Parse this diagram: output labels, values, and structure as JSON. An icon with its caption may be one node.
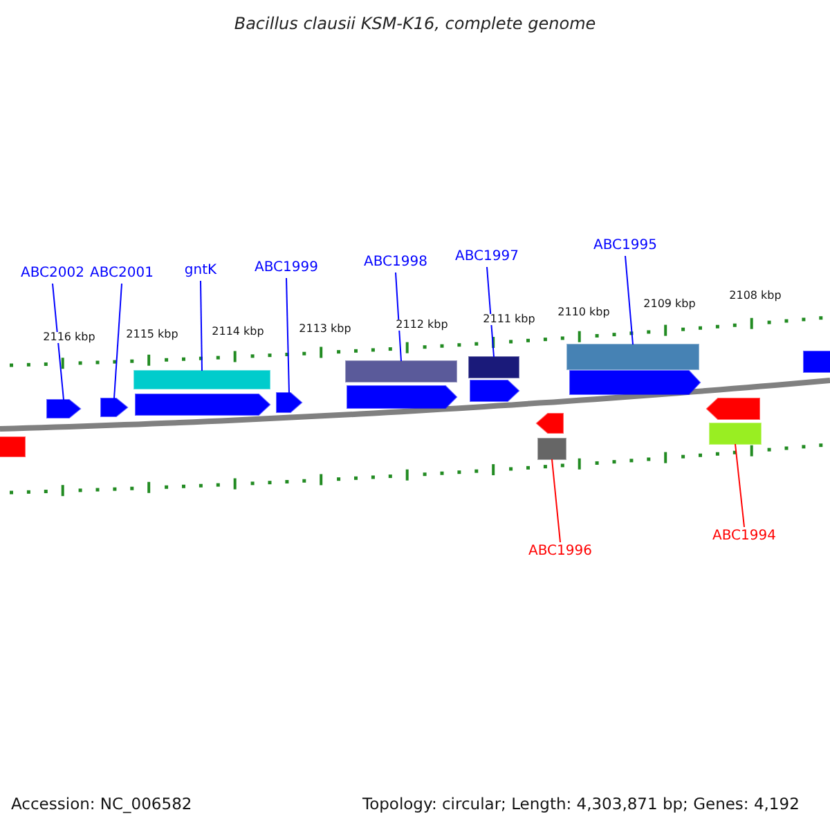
{
  "diagram": {
    "title": "Bacillus clausii KSM-K16, complete genome",
    "nodes": [
      {
        "text": [
          "ABC2002"
        ]
      },
      {
        "text": [
          "ABC2001"
        ]
      },
      {
        "text": [
          "gntK"
        ]
      },
      {
        "text": [
          "ABC1999"
        ]
      },
      {
        "text": [
          "ABC1998"
        ]
      },
      {
        "text": [
          "ABC1997"
        ]
      },
      {
        "text": [
          "ABC1995"
        ]
      },
      {
        "text": [
          "ABC1996"
        ]
      },
      {
        "text": [
          "ABC1994"
        ]
      },
      {
        "text": [],
        "shape": "pentagon"
      },
      {
        "text": [],
        "shape": "pentagon"
      },
      {
        "text": [],
        "shape": "bar"
      },
      {
        "text": [],
        "shape": "pentagon"
      },
      {
        "text": [],
        "shape": "bar"
      },
      {
        "text": [],
        "shape": "bar"
      },
      {
        "text": [],
        "shape": "bar"
      },
      {
        "text": [],
        "shape": "bar"
      },
      {
        "text": [],
        "shape": "bar"
      },
      {
        "text": [],
        "shape": "pentagon"
      },
      {
        "text": [],
        "shape": "pentagon"
      },
      {
        "text": [],
        "shape": "pentagon"
      },
      {
        "text": [],
        "shape": "pentagon"
      },
      {
        "text": [],
        "shape": "bar"
      },
      {
        "text": [],
        "shape": "pentagon"
      },
      {
        "text": [],
        "shape": "pentagon"
      },
      {
        "text": [],
        "shape": "bar"
      }
    ],
    "edges": [
      {
        "from": 0,
        "to": 9,
        "arrow": "none"
      },
      {
        "from": 1,
        "to": 10,
        "arrow": "none"
      },
      {
        "from": 2,
        "to": 11,
        "arrow": "none"
      },
      {
        "from": 3,
        "to": 12,
        "arrow": "none"
      },
      {
        "from": 4,
        "to": 13,
        "arrow": "none"
      },
      {
        "from": 5,
        "to": 14,
        "arrow": "none"
      },
      {
        "from": 6,
        "to": 15,
        "arrow": "none"
      },
      {
        "from": 7,
        "to": 16,
        "arrow": "none",
        "color": "#ff0000"
      },
      {
        "from": 8,
        "to": 17,
        "arrow": "none",
        "color": "#ff0000"
      }
    ],
    "labels": [
      "2116 kbp",
      "2115 kbp",
      "2114 kbp",
      "2113 kbp",
      "2112 kbp",
      "2111 kbp",
      "2110 kbp",
      "2109 kbp",
      "2108 kbp",
      "Accession: NC_006582",
      "Topology: circular; Length: 4,303,871 bp; Genes: 4,192"
    ]
  }
}
